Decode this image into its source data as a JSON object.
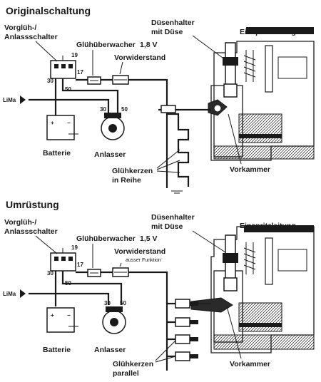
{
  "top": {
    "title": "Originalschaltung",
    "switch_label_1": "Vorglüh-/",
    "switch_label_2": "Anlassschalter",
    "monitor_label": "Glühüberwacher",
    "monitor_voltage": "1,8 V",
    "resistor_label": "Vorwiderstand",
    "holder_label_1": "Düsenhalter",
    "holder_label_2": "mit Düse",
    "injection_label": "Einspritzleitung",
    "lima_label": "LiMa",
    "battery_label": "Batterie",
    "starter_label": "Anlasser",
    "prechamber_label": "Vorkammer",
    "glow_label_1": "Glühkerzen",
    "glow_label_2": "in Reihe",
    "terminal_19": "19",
    "terminal_17": "17",
    "terminal_30": "30",
    "terminal_50": "50",
    "terminal_30_starter": "30",
    "terminal_50_starter": "50"
  },
  "bottom": {
    "title": "Umrüstung",
    "switch_label_1": "Vorglüh-/",
    "switch_label_2": "Anlassschalter",
    "monitor_label": "Glühüberwacher",
    "monitor_voltage": "1,5 V",
    "resistor_label": "Vorwiderstand",
    "resistor_note": "ausser Funktion",
    "holder_label_1": "Düsenhalter",
    "holder_label_2": "mit Düse",
    "injection_label": "Einspritzleitung",
    "lima_label": "LiMa",
    "battery_label": "Batterie",
    "starter_label": "Anlasser",
    "prechamber_label": "Vorkammer",
    "glow_label_1": "Glühkerzen",
    "glow_label_2": "parallel",
    "terminal_19": "19",
    "terminal_17": "17",
    "terminal_30": "30",
    "terminal_50": "50",
    "terminal_30_starter": "30",
    "terminal_50_starter": "50"
  }
}
